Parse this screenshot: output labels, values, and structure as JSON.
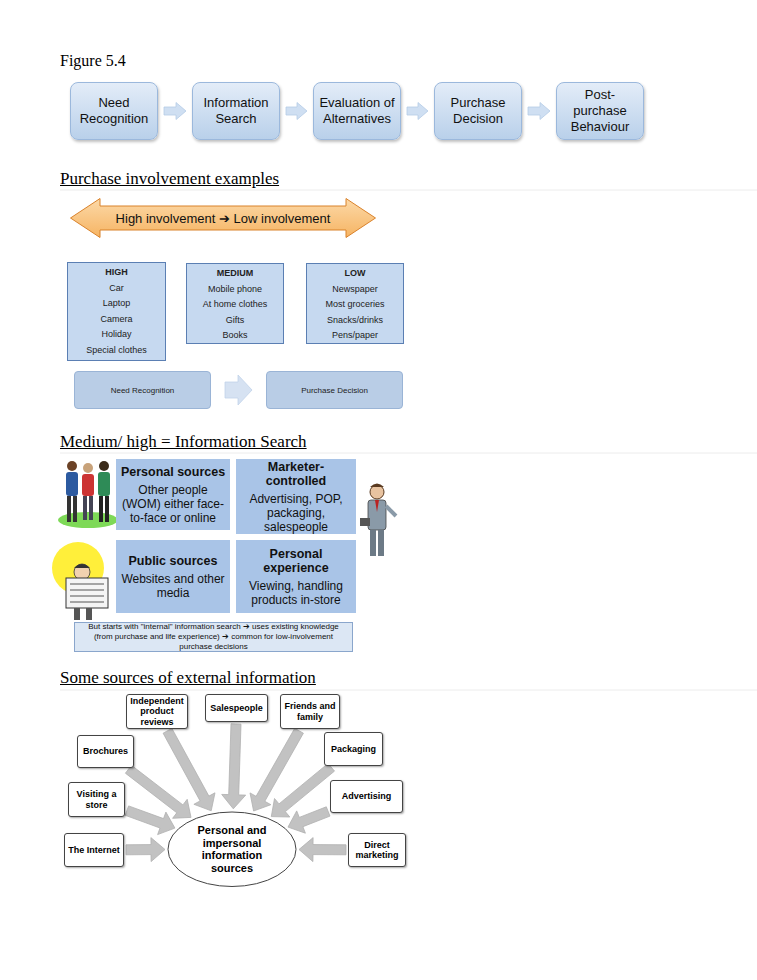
{
  "diagram": {
    "nodes": [
      {
        "text": [
          "Need Recognition"
        ]
      },
      {
        "text": [
          "Information Search"
        ]
      },
      {
        "text": [
          "Evaluation of Alternatives"
        ]
      },
      {
        "text": [
          "Purchase Decision"
        ]
      },
      {
        "text": [
          "Post-purchase Behaviour"
        ]
      },
      {
        "text": [
          "High involvement ➔ Low involvement"
        ]
      },
      {
        "text": [
          "HIGH",
          "Car",
          "Laptop",
          "Camera",
          "Holiday",
          "Special clothes"
        ]
      },
      {
        "text": [
          "MEDIUM",
          "Mobile phone",
          "At home clothes",
          "Gifts",
          "Books"
        ]
      },
      {
        "text": [
          "LOW",
          "Newspaper",
          "Most groceries",
          "Snacks/drinks",
          "Pens/paper"
        ]
      },
      {
        "text": [
          "Need Recognition"
        ]
      },
      {
        "text": [
          "Purchase Decision"
        ]
      },
      {
        "text": [
          "Personal sources",
          "Other people (WOM) either face-to-face or online"
        ]
      },
      {
        "text": [
          "Marketer-controlled",
          "Advertising, POP, packaging, salespeople"
        ]
      },
      {
        "text": [
          "Public sources",
          "Websites and other media"
        ]
      },
      {
        "text": [
          "Personal experience",
          "Viewing, handling products in-store"
        ]
      },
      {
        "text": [
          "But starts with \"internal\" information search ➔ uses existing knowledge (from purchase and life experience) ➔ common for low-involvement purchase decisions"
        ]
      },
      {
        "text": [
          "Independent product reviews"
        ]
      },
      {
        "text": [
          "Salespeople"
        ]
      },
      {
        "text": [
          "Friends and family"
        ]
      },
      {
        "text": [
          "Brochures"
        ]
      },
      {
        "text": [
          "Packaging"
        ]
      },
      {
        "text": [
          "Visiting a store"
        ]
      },
      {
        "text": [
          "Advertising"
        ]
      },
      {
        "text": [
          "The Internet"
        ]
      },
      {
        "text": [
          "Direct marketing"
        ]
      },
      {
        "text": [
          "Personal and impersonal information sources"
        ]
      }
    ],
    "edges": [
      {
        "from": 0,
        "to": 1,
        "arrow": "to"
      },
      {
        "from": 1,
        "to": 2,
        "arrow": "to"
      },
      {
        "from": 2,
        "to": 3,
        "arrow": "to"
      },
      {
        "from": 3,
        "to": 4,
        "arrow": "to"
      },
      {
        "from": 9,
        "to": 10,
        "arrow": "to"
      },
      {
        "from": 16,
        "to": 25,
        "arrow": "to"
      },
      {
        "from": 17,
        "to": 25,
        "arrow": "to"
      },
      {
        "from": 18,
        "to": 25,
        "arrow": "to"
      },
      {
        "from": 19,
        "to": 25,
        "arrow": "to"
      },
      {
        "from": 20,
        "to": 25,
        "arrow": "to"
      },
      {
        "from": 21,
        "to": 25,
        "arrow": "to"
      },
      {
        "from": 22,
        "to": 25,
        "arrow": "to"
      },
      {
        "from": 23,
        "to": 25,
        "arrow": "to"
      },
      {
        "from": 24,
        "to": 25,
        "arrow": "to"
      }
    ],
    "labels": [
      "Figure 5.4",
      "Purchase involvement examples",
      "Medium/ high = Information Search",
      "Some sources of external information"
    ]
  }
}
